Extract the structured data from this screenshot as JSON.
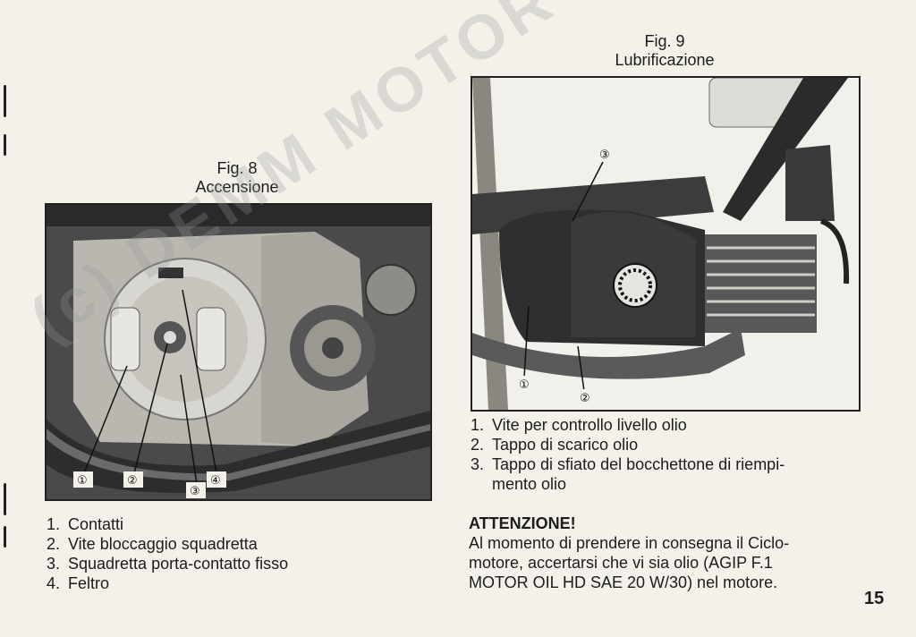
{
  "fig8": {
    "number": "Fig. 8",
    "title": "Accensione",
    "callouts": [
      "①",
      "②",
      "③",
      "④"
    ],
    "items": [
      {
        "num": "1.",
        "text": "Contatti"
      },
      {
        "num": "2.",
        "text": "Vite bloccaggio squadretta"
      },
      {
        "num": "3.",
        "text": "Squadretta porta-contatto fisso"
      },
      {
        "num": "4.",
        "text": "Feltro"
      }
    ]
  },
  "fig9": {
    "number": "Fig. 9",
    "title": "Lubrificazione",
    "callouts": [
      "①",
      "②",
      "③"
    ],
    "items": [
      {
        "num": "1.",
        "text": "Vite per controllo livello olio"
      },
      {
        "num": "2.",
        "text": "Tappo di scarico olio"
      },
      {
        "num": "3.",
        "text": "Tappo di sfiato del bocchettone di riempi-"
      },
      {
        "num": "",
        "text": "mento olio"
      }
    ]
  },
  "attention": {
    "heading": "ATTENZIONE!",
    "lines": [
      "Al momento di prendere in consegna il Ciclo-",
      "motore, accertarsi che vi sia olio (AGIP F.1",
      "MOTOR OIL HD SAE 20 W/30) nel motore."
    ]
  },
  "page_number": "15",
  "watermark": "(c) DEMM MOTOR DE",
  "colors": {
    "paper": "#f4f1ea",
    "ink": "#1c1c1c",
    "photo_dark": "#3a3a3a"
  }
}
